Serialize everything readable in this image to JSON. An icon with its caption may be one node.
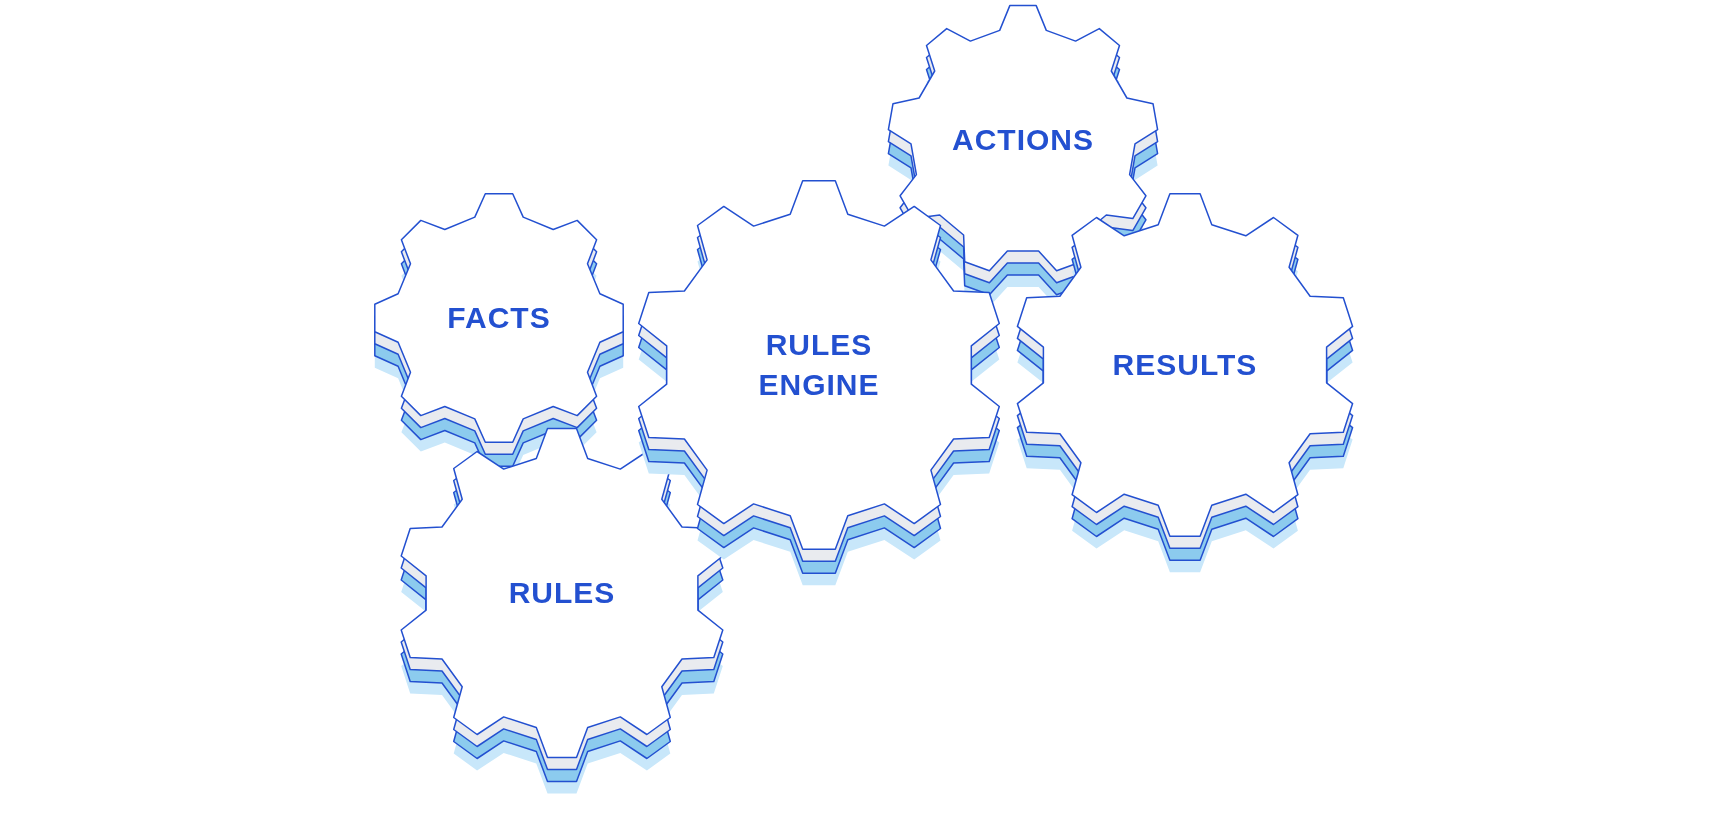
{
  "diagram": {
    "nodes": [
      {
        "text": [
          "ACTIONS"
        ]
      },
      {
        "text": [
          "FACTS"
        ]
      },
      {
        "text": [
          "RULES ENGINE"
        ]
      },
      {
        "text": [
          "RESULTS"
        ]
      },
      {
        "text": [
          "RULES"
        ]
      }
    ]
  }
}
